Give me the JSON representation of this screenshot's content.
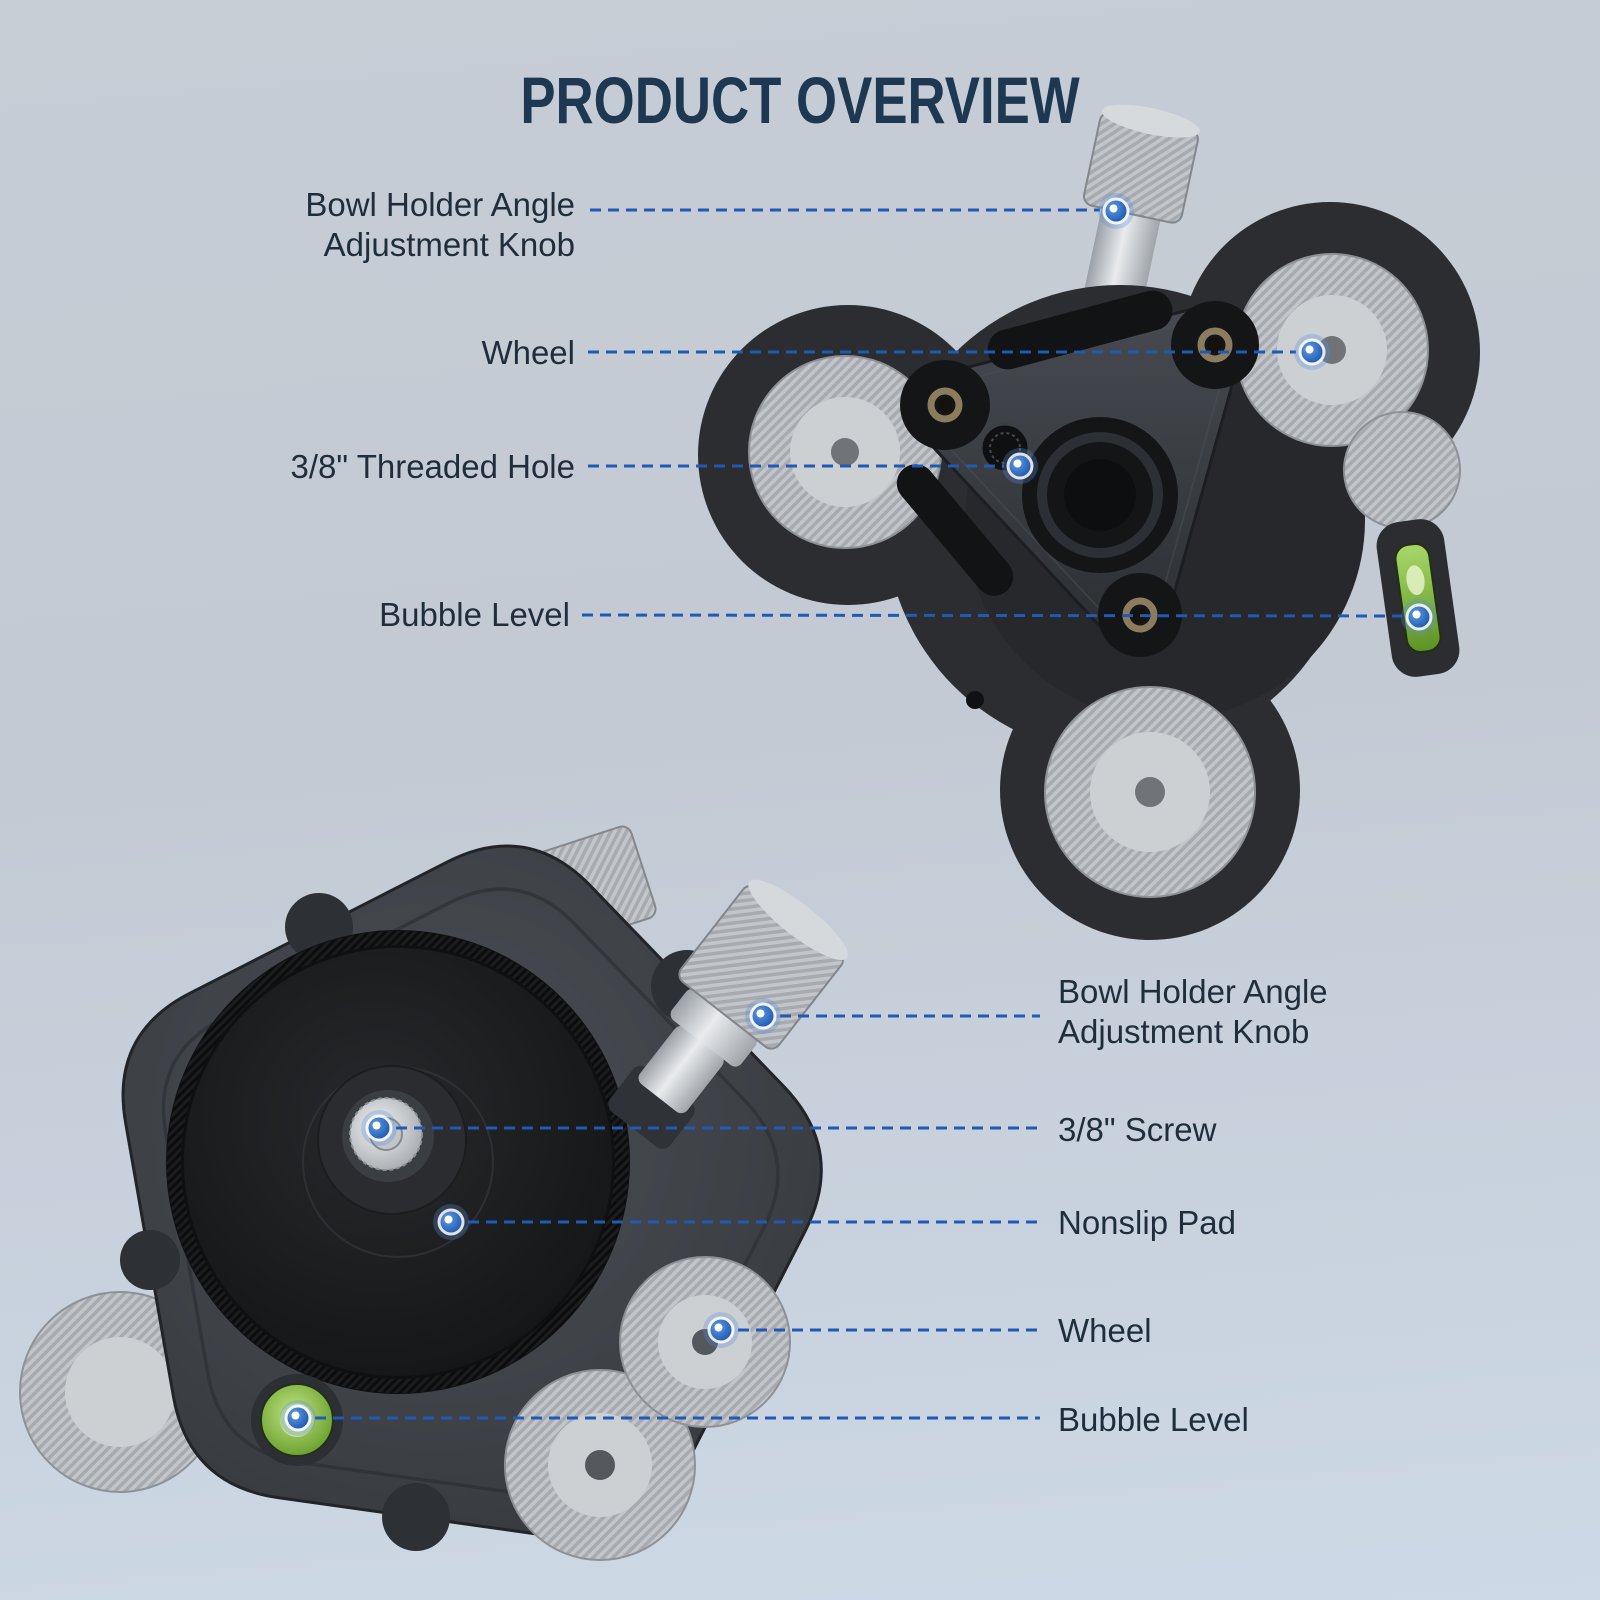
{
  "title": "PRODUCT OVERVIEW",
  "views": {
    "top": {
      "labels": [
        {
          "text": "Bowl Holder Angle Adjustment Knob"
        },
        {
          "text": "Wheel"
        },
        {
          "text": "3/8\" Threaded Hole"
        },
        {
          "text": "Bubble Level"
        }
      ]
    },
    "bottom": {
      "labels": [
        {
          "text": "Bowl Holder Angle Adjustment Knob"
        },
        {
          "text": "3/8\" Screw"
        },
        {
          "text": "Nonslip Pad"
        },
        {
          "text": "Wheel"
        },
        {
          "text": "Bubble Level"
        }
      ]
    }
  },
  "colors": {
    "callout_blue": "#1f5ab5",
    "title_navy": "#1d3850",
    "label_dark": "#1f2e3c",
    "bubble_green": "#76b43a",
    "metal_silver": "#c2c5c9",
    "body_gray": "#3a3d42",
    "pad_black": "#131416"
  }
}
